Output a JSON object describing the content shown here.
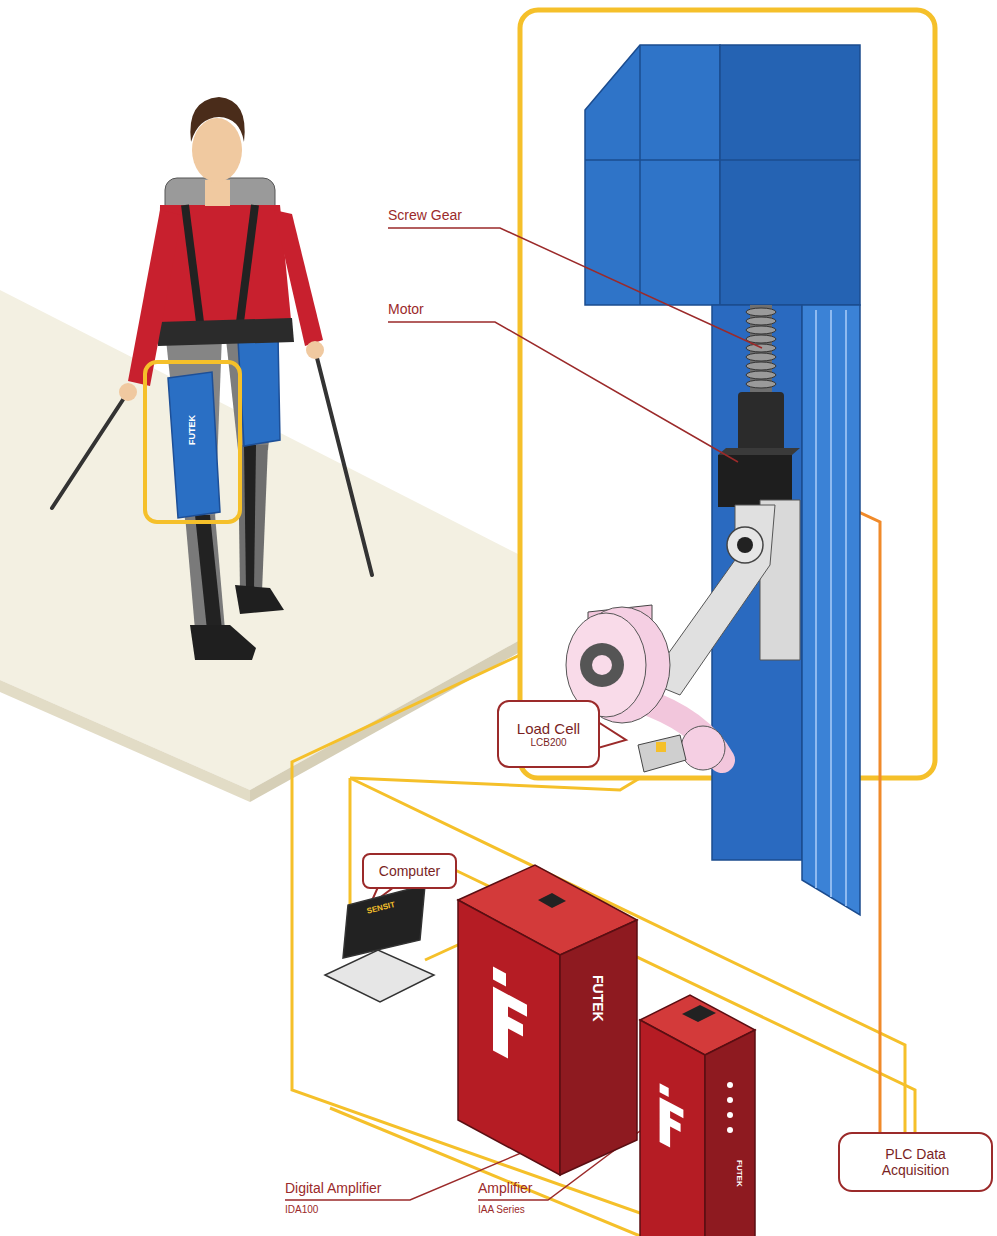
{
  "diagram": {
    "nodes": [
      {
        "text": [
          "Load Cell",
          "LCB200"
        ]
      },
      {
        "text": [
          "Computer"
        ]
      },
      {
        "text": [
          "PLC Data Acquisition"
        ]
      }
    ],
    "labels": [
      "Screw Gear",
      "Motor",
      "FUTEK",
      "SENSIT",
      "FUTEK",
      "FUTEK",
      "Digital Amplifier",
      "IDA100",
      "Amplifier",
      "IAA Series"
    ]
  }
}
